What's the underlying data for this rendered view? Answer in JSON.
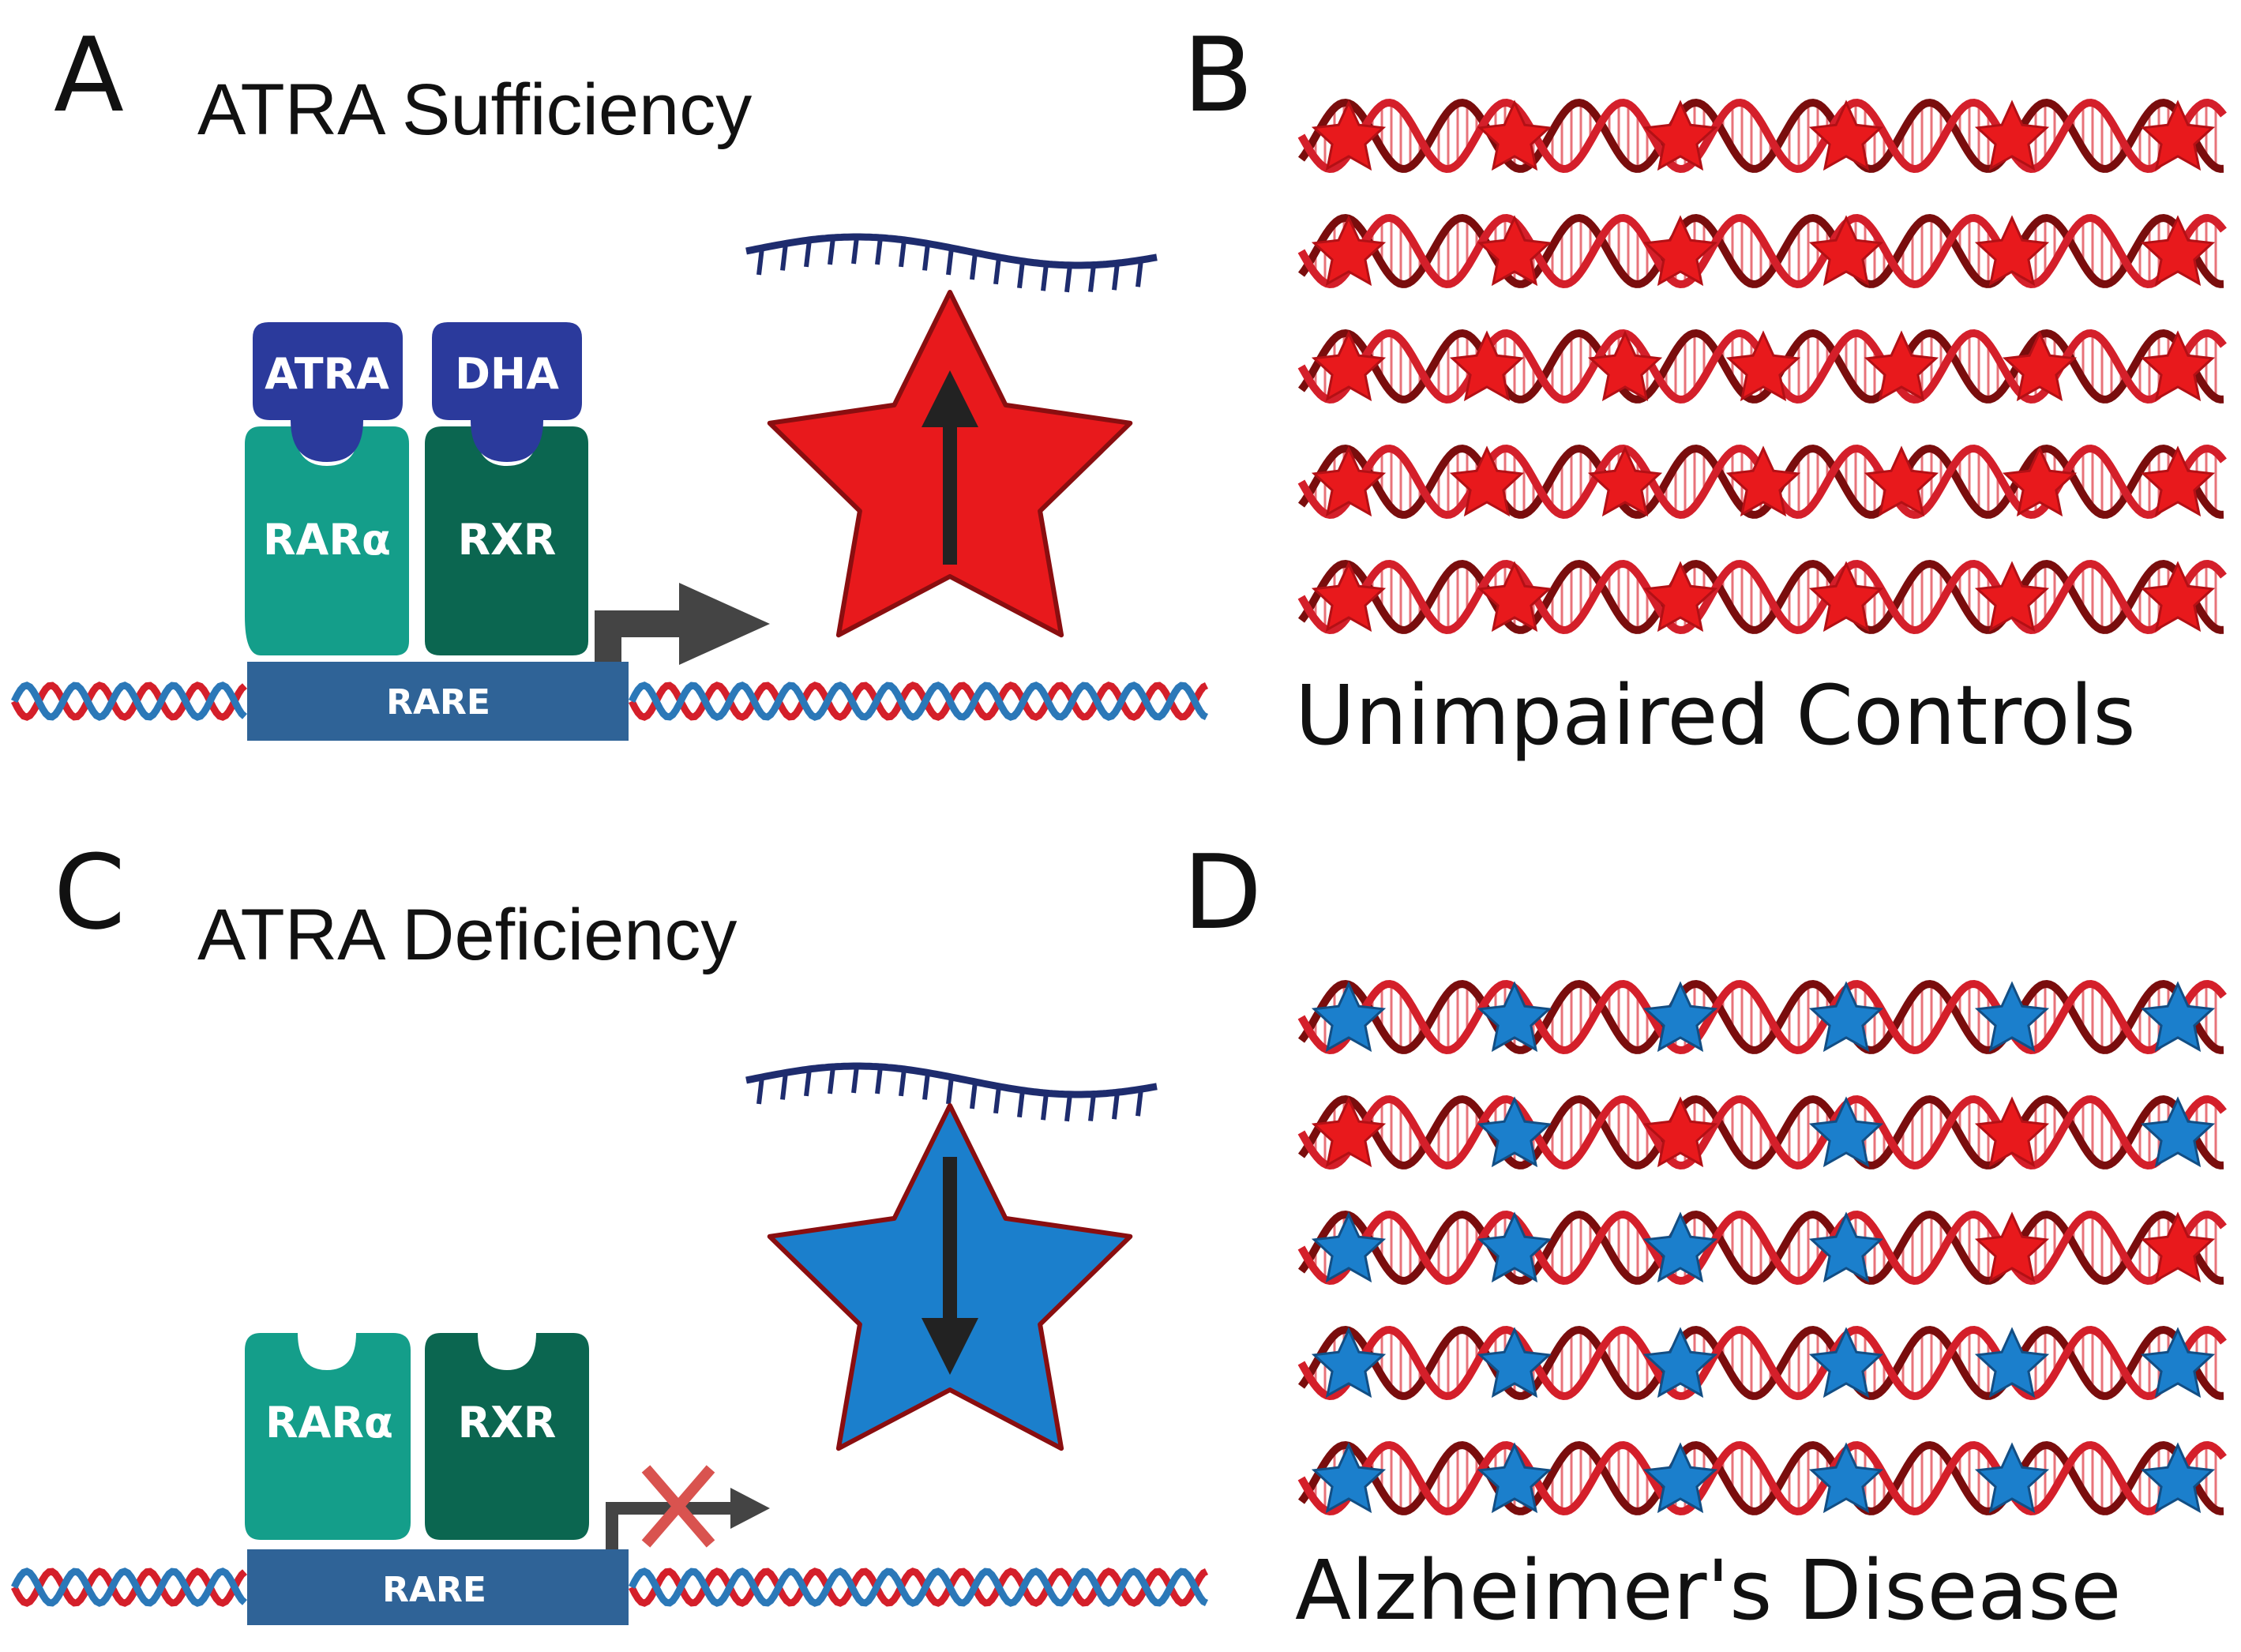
{
  "panels": {
    "a": {
      "letter": "A",
      "title": "ATRA Sufficiency",
      "ligand_1": "ATRA",
      "ligand_2": "DHA",
      "receptor_1": "RARα",
      "receptor_2": "RXR",
      "element": "RARE",
      "star_color": "#e8191c",
      "arrow_direction": "up",
      "transcription": "active"
    },
    "b": {
      "letter": "B",
      "caption": "Unimpaired Controls"
    },
    "c": {
      "letter": "C",
      "title": "ATRA Deficiency",
      "receptor_1": "RARα",
      "receptor_2": "RXR",
      "element": "RARE",
      "star_color": "#1b7fcc",
      "arrow_direction": "down",
      "transcription": "blocked"
    },
    "d": {
      "letter": "D",
      "caption": "Alzheimer's Disease"
    }
  },
  "colors": {
    "red_star": "#e8191c",
    "blue_star": "#1b7fcc",
    "star_outline": "#8a0e10",
    "ligand": "#2b3a9c",
    "receptor_rar": "#149e8a",
    "receptor_rxr": "#0b6650",
    "rare_box": "#2f6397",
    "dna_red": "#d41f2a",
    "dna_blue": "#2b78b8",
    "helix_light": "#d41f2a",
    "helix_dark": "#7a0d0d",
    "mrna": "#1e2c6e",
    "arrow": "#444444",
    "cross": "#d9534f"
  },
  "helix_rows": {
    "controls": [
      [
        "red",
        "red",
        "red",
        "red",
        "red",
        "red"
      ],
      [
        "red",
        "red",
        "red",
        "red",
        "red",
        "red"
      ],
      [
        "red",
        "red",
        "red",
        "red",
        "red",
        "red",
        "red"
      ],
      [
        "red",
        "red",
        "red",
        "red",
        "red",
        "red",
        "red"
      ],
      [
        "red",
        "red",
        "red",
        "red",
        "red",
        "red"
      ]
    ],
    "disease": [
      [
        "blue",
        "blue",
        "blue",
        "blue",
        "blue",
        "blue"
      ],
      [
        "red",
        "blue",
        "red",
        "blue",
        "red",
        "blue"
      ],
      [
        "blue",
        "blue",
        "blue",
        "blue",
        "red",
        "red"
      ],
      [
        "blue",
        "blue",
        "blue",
        "blue",
        "blue",
        "blue"
      ],
      [
        "blue",
        "blue",
        "blue",
        "blue",
        "blue",
        "blue"
      ]
    ]
  }
}
